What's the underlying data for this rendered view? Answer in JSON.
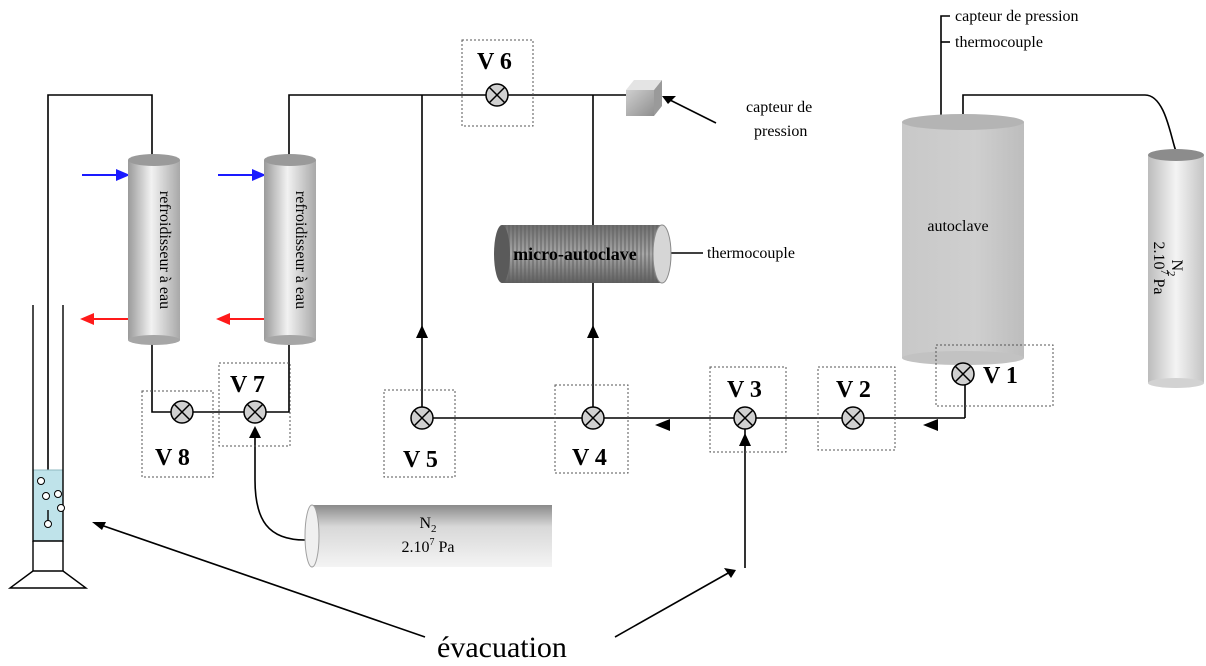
{
  "valves": {
    "v1": "V 1",
    "v2": "V 2",
    "v3": "V 3",
    "v4": "V 4",
    "v5": "V 5",
    "v6": "V 6",
    "v7": "V 7",
    "v8": "V 8"
  },
  "labels": {
    "capteur_pression_top": "capteur de pression",
    "thermocouple_top": "thermocouple",
    "capteur_side_line1": "capteur de",
    "capteur_side_line2": "pression",
    "thermocouple_side": "thermocouple",
    "autoclave": "autoclave",
    "micro_autoclave": "micro-autoclave",
    "refroidisseur": "refroidisseur à eau",
    "evacuation": "évacuation",
    "n2_base": "N",
    "n2_sub": "2",
    "pressure_base": "2.10",
    "pressure_exp": "7",
    "pressure_unit": " Pa"
  },
  "colors": {
    "cold_water": "#1a1aff",
    "hot_water": "#ff1a1a",
    "liquid": "#bfe3ea"
  }
}
